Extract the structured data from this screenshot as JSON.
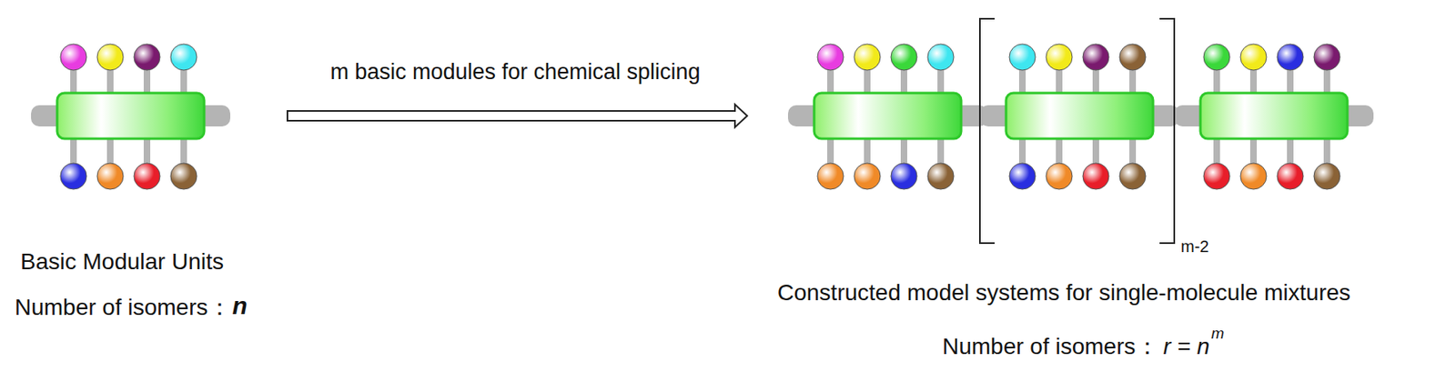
{
  "diagram": {
    "labels": [
      "m basic modules for chemical splicing",
      "Basic Modular Units",
      "Number of isomers：",
      "n",
      "Constructed model systems for single-molecule mixtures",
      "m-2",
      "Number of isomers：",
      "r = n",
      "m"
    ]
  }
}
